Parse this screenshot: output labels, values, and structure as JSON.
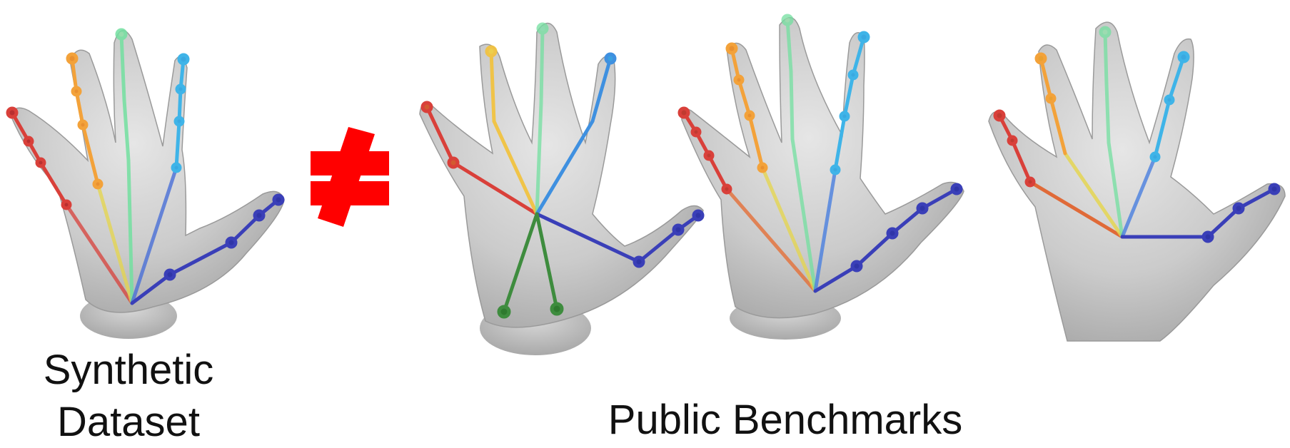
{
  "labels": {
    "synthetic_line1": "Synthetic",
    "synthetic_line2": "Dataset",
    "public": "Public Benchmarks"
  },
  "colors": {
    "background": "#ffffff",
    "hand_skin": "#c8c8c8",
    "not_equal_sign": "#ff0000",
    "pinky": "#d9403a",
    "ring": "#f3a23a",
    "middle": "#73e0a0",
    "index": "#3fb4e8",
    "thumb": "#3a3fb8",
    "wrist_extra": "#3e8c3e"
  },
  "panels": [
    {
      "name": "synthetic-dataset-hand",
      "root_type": "wrist",
      "has_forearm_stub": true
    },
    {
      "name": "benchmark-hand-1",
      "root_type": "palm-center-with-wrist-pair",
      "has_forearm_stub": true
    },
    {
      "name": "benchmark-hand-2",
      "root_type": "wrist",
      "has_forearm_stub": true
    },
    {
      "name": "benchmark-hand-3",
      "root_type": "palm-center",
      "has_forearm_stub": false
    }
  ]
}
